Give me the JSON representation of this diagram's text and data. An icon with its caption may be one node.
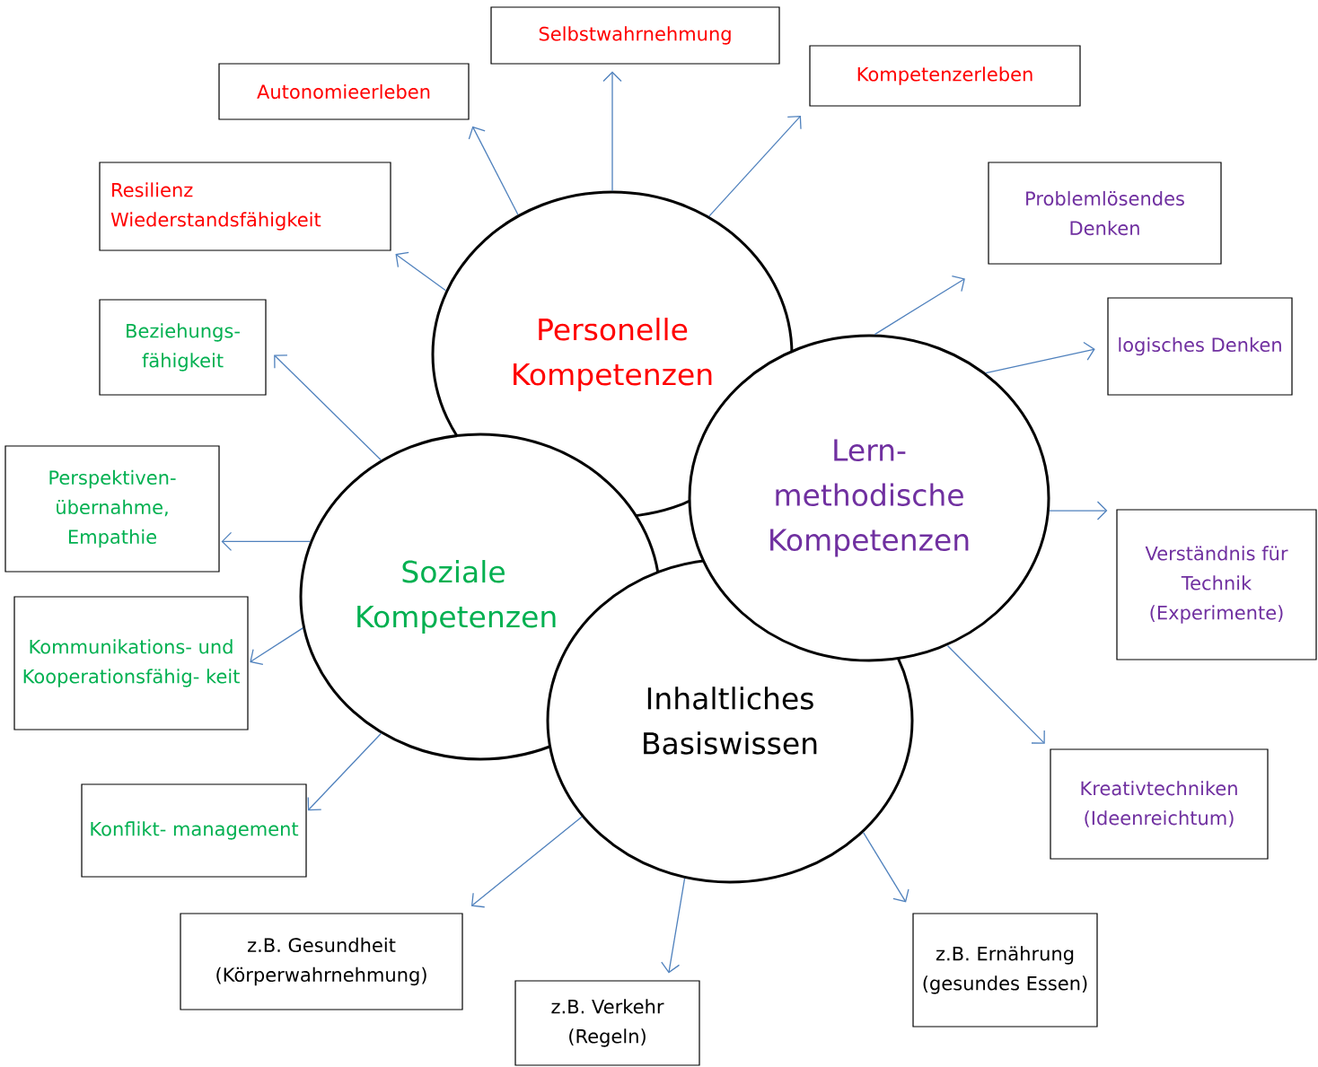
{
  "diagram": {
    "nodes": [
      {
        "text": [
          "Personelle Kompetenzen"
        ]
      },
      {
        "text": [
          "Soziale Kompetenzen"
        ]
      },
      {
        "text": [
          "Lern- methodische Kompetenzen"
        ]
      },
      {
        "text": [
          "Inhaltliches Basiswissen"
        ]
      },
      {
        "text": [
          "Selbstwahrnehmung"
        ]
      },
      {
        "text": [
          "Kompetenzerleben"
        ]
      },
      {
        "text": [
          "Autonomieerleben"
        ]
      },
      {
        "text": [
          "Resilienz Wiederstandsfähigkeit"
        ]
      },
      {
        "text": [
          "Problemlösendes Denken"
        ]
      },
      {
        "text": [
          "Beziehungs- fähigkeit"
        ]
      },
      {
        "text": [
          "logisches Denken"
        ]
      },
      {
        "text": [
          "Perspektiven- übernahme, Empathie"
        ]
      },
      {
        "text": [
          "Verständnis für Technik (Experimente)"
        ]
      },
      {
        "text": [
          "Kommunikations- und Kooperationsfähig- keit"
        ]
      },
      {
        "text": [
          "Kreativtechniken (Ideenreichtum)"
        ]
      },
      {
        "text": [
          "Konflikt- management"
        ]
      },
      {
        "text": [
          "z.B. Gesundheit (Körperwahrnehmung)"
        ]
      },
      {
        "text": [
          "z.B. Ernährung (gesundes Essen)"
        ]
      },
      {
        "text": [
          "z.B. Verkehr (Regeln)"
        ]
      }
    ],
    "edges": [
      {
        "from": 0,
        "to": 6,
        "arrow": "to"
      },
      {
        "from": 0,
        "to": 4,
        "arrow": "to"
      },
      {
        "from": 0,
        "to": 5,
        "arrow": "to"
      },
      {
        "from": 0,
        "to": 7,
        "arrow": "to"
      },
      {
        "from": 1,
        "to": 9,
        "arrow": "to"
      },
      {
        "from": 1,
        "to": 11,
        "arrow": "to"
      },
      {
        "from": 1,
        "to": 13,
        "arrow": "to"
      },
      {
        "from": 1,
        "to": 15,
        "arrow": "to"
      },
      {
        "from": 3,
        "to": 16,
        "arrow": "to"
      },
      {
        "from": 3,
        "to": 18,
        "arrow": "to"
      },
      {
        "from": 3,
        "to": 17,
        "arrow": "to"
      },
      {
        "from": 2,
        "to": 8,
        "arrow": "to"
      },
      {
        "from": 2,
        "to": 10,
        "arrow": "to"
      },
      {
        "from": 2,
        "to": 12,
        "arrow": "to"
      },
      {
        "from": 2,
        "to": 14,
        "arrow": "to"
      }
    ]
  }
}
